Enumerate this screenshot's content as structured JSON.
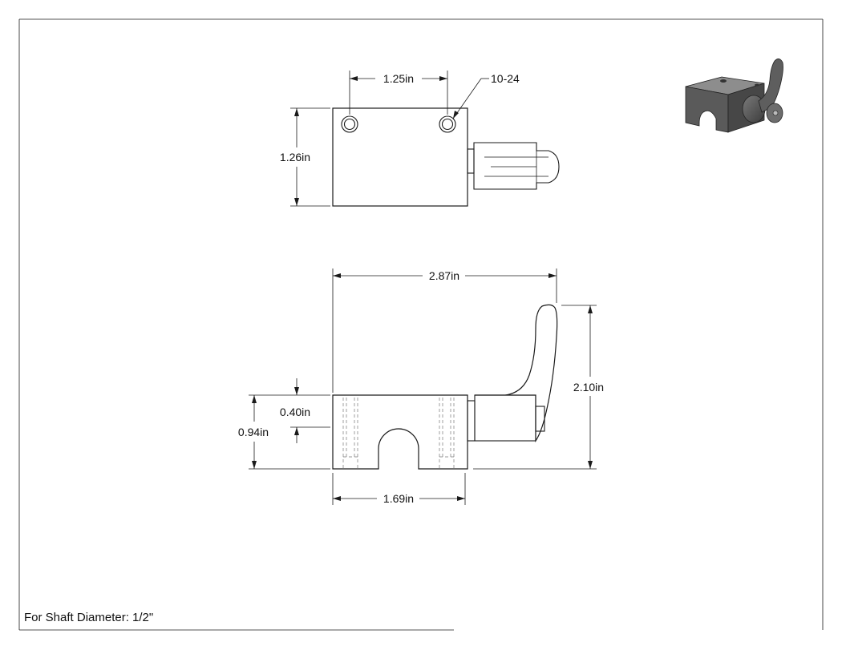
{
  "top_view": {
    "hole_spacing": "1.25in",
    "hole_callout": "10-24",
    "block_height": "1.26in"
  },
  "front_view": {
    "overall_length": "2.87in",
    "overall_height": "2.10in",
    "bore_center_height": "0.40in",
    "block_height": "0.94in",
    "block_width": "1.69in"
  },
  "note": "For Shaft Diameter: 1/2\""
}
